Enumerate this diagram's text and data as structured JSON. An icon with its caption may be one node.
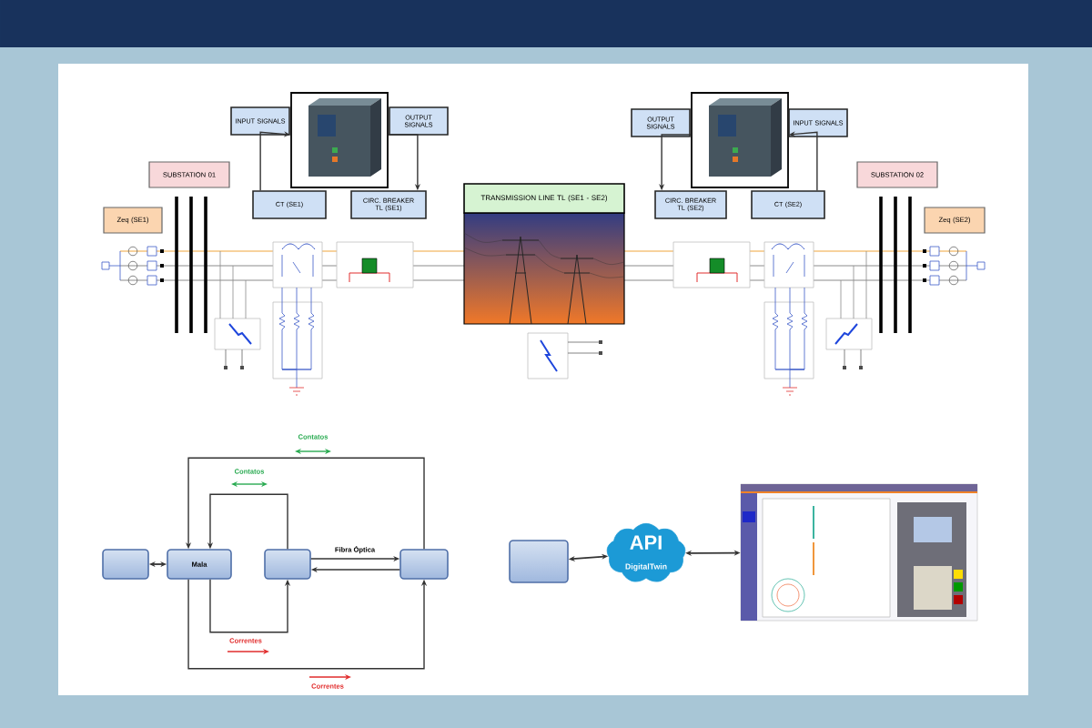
{
  "diagram": {
    "nodes": [
      {
        "text": [
          "INPUT SIGNALS"
        ]
      },
      {
        "text": [],
        "shape": "picture"
      },
      {
        "text": [
          "OUTPUT SIGNALS"
        ]
      },
      {
        "text": [
          "CT (SE1)"
        ]
      },
      {
        "text": [
          "CIRC. BREAKER TL (SE1)"
        ]
      },
      {
        "text": [
          "SUBSTATION 01"
        ]
      },
      {
        "text": [
          "Zeq (SE1)"
        ]
      },
      {
        "text": [
          "TRANSMISSION LINE TL (SE1 - SE2)"
        ]
      },
      {
        "text": [
          "OUTPUT SIGNALS"
        ]
      },
      {
        "text": [],
        "shape": "picture"
      },
      {
        "text": [
          "INPUT SIGNALS"
        ]
      },
      {
        "text": [
          "CIRC. BREAKER TL (SE2)"
        ]
      },
      {
        "text": [
          "CT (SE2)"
        ]
      },
      {
        "text": [
          "SUBSTATION 02"
        ]
      },
      {
        "text": [
          "Zeq (SE2)"
        ]
      },
      {
        "text": [],
        "shape": "box"
      },
      {
        "text": [
          "Mala"
        ]
      },
      {
        "text": [],
        "shape": "box"
      },
      {
        "text": [],
        "shape": "box"
      },
      {
        "text": [],
        "shape": "box"
      },
      {
        "text": [
          "API",
          "DigitalTwin"
        ]
      },
      {
        "text": [],
        "shape": "picture"
      }
    ],
    "edges": [
      {
        "from": 3,
        "to": 1,
        "arrow": "to"
      },
      {
        "from": 1,
        "to": 4,
        "arrow": "to"
      },
      {
        "from": 9,
        "to": 11,
        "arrow": "to"
      },
      {
        "from": 12,
        "to": 9,
        "arrow": "to"
      },
      {
        "from": 15,
        "to": 16,
        "arrow": "both"
      },
      {
        "from": 17,
        "to": 18,
        "arrow": "to",
        "label": "Fibra Óptica"
      },
      {
        "from": 18,
        "to": 17,
        "arrow": "to"
      },
      {
        "from": 17,
        "to": 16,
        "arrow": "to",
        "label": "Contatos"
      },
      {
        "from": 18,
        "to": 16,
        "arrow": "to",
        "label": "Contatos"
      },
      {
        "from": 16,
        "to": 17,
        "arrow": "to",
        "label": "Correntes"
      },
      {
        "from": 16,
        "to": 18,
        "arrow": "to",
        "label": "Correntes"
      },
      {
        "from": 19,
        "to": 20,
        "arrow": "both"
      },
      {
        "from": 20,
        "to": 21,
        "arrow": "both"
      }
    ]
  }
}
